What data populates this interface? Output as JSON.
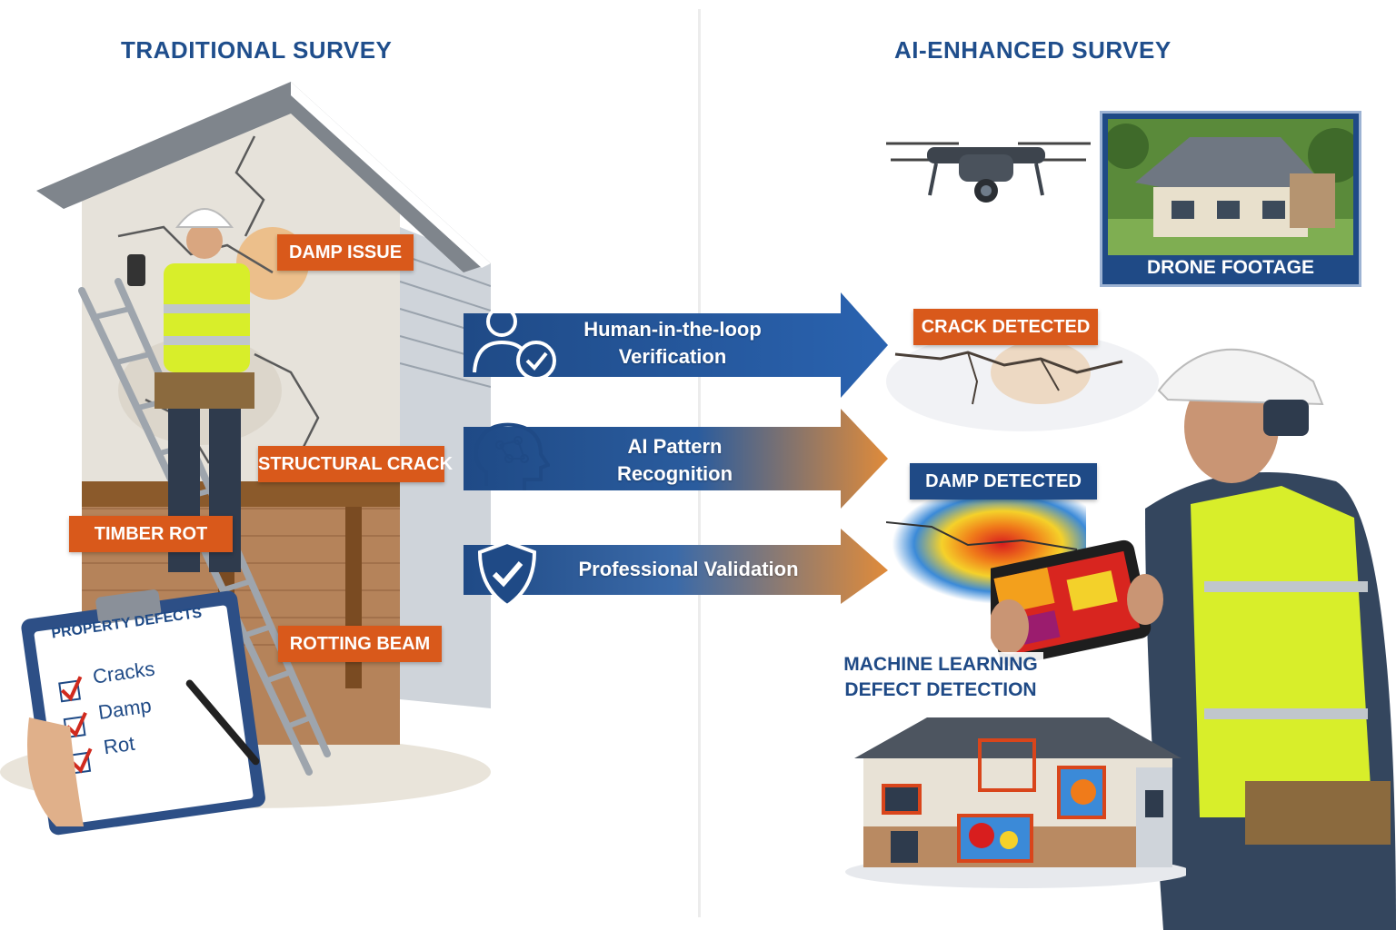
{
  "left": {
    "heading": "TRADITIONAL SURVEY",
    "labels": {
      "damp": "DAMP ISSUE",
      "crack": "STRUCTURAL CRACK",
      "timber": "TIMBER ROT",
      "beam": "ROTTING BEAM"
    },
    "clipboard": {
      "title": "PROPERTY DEFECTS",
      "items": [
        "Cracks",
        "Damp",
        "Rot"
      ]
    }
  },
  "right": {
    "heading": "AI-ENHANCED SURVEY",
    "drone_caption": "DRONE FOOTAGE",
    "crack_label": "CRACK DETECTED",
    "damp_label": "DAMP DETECTED",
    "ml_title_line1": "MACHINE LEARNING",
    "ml_title_line2": "DEFECT DETECTION"
  },
  "flow": [
    {
      "line1": "Human-in-the-loop",
      "line2": "Verification",
      "icon": "user-check-icon"
    },
    {
      "line1": "AI Pattern",
      "line2": "Recognition",
      "icon": "brain-icon"
    },
    {
      "line1": "Professional Validation",
      "line2": "",
      "icon": "shield-check-icon"
    }
  ],
  "colors": {
    "navy": "#1f4a86",
    "orange": "#d9591b",
    "hi_vis": "#d8ee2a",
    "heading_blue": "#1f4e8c"
  }
}
